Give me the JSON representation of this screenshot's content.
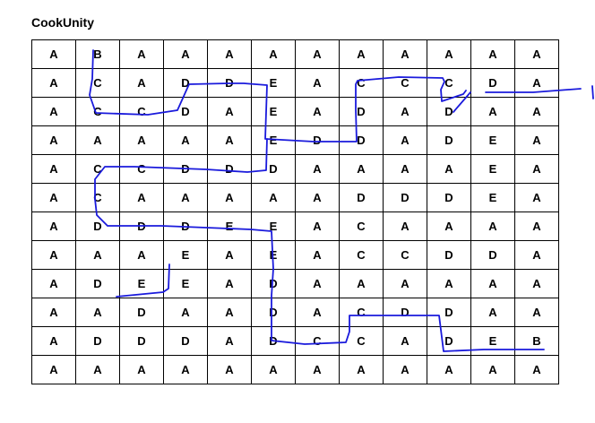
{
  "app": {
    "title": "CookUnity"
  },
  "grid": {
    "rows": [
      [
        "A",
        "B",
        "A",
        "A",
        "A",
        "A",
        "A",
        "A",
        "A",
        "A",
        "A",
        "A"
      ],
      [
        "A",
        "C",
        "A",
        "D",
        "D",
        "E",
        "A",
        "C",
        "C",
        "C",
        "D",
        "A"
      ],
      [
        "A",
        "C",
        "C",
        "D",
        "A",
        "E",
        "A",
        "D",
        "A",
        "D",
        "A",
        "A"
      ],
      [
        "A",
        "A",
        "A",
        "A",
        "A",
        "E",
        "D",
        "D",
        "A",
        "D",
        "E",
        "A"
      ],
      [
        "A",
        "C",
        "C",
        "D",
        "D",
        "D",
        "A",
        "A",
        "A",
        "A",
        "E",
        "A"
      ],
      [
        "A",
        "C",
        "A",
        "A",
        "A",
        "A",
        "A",
        "D",
        "D",
        "D",
        "E",
        "A"
      ],
      [
        "A",
        "D",
        "D",
        "D",
        "E",
        "E",
        "A",
        "C",
        "A",
        "A",
        "A",
        "A"
      ],
      [
        "A",
        "A",
        "A",
        "E",
        "A",
        "E",
        "A",
        "C",
        "C",
        "D",
        "D",
        "A"
      ],
      [
        "A",
        "D",
        "E",
        "E",
        "A",
        "D",
        "A",
        "A",
        "A",
        "A",
        "A",
        "A"
      ],
      [
        "A",
        "A",
        "D",
        "A",
        "A",
        "D",
        "A",
        "C",
        "D",
        "D",
        "A",
        "A"
      ],
      [
        "A",
        "D",
        "D",
        "D",
        "A",
        "D",
        "C",
        "C",
        "A",
        "D",
        "E",
        "B"
      ],
      [
        "A",
        "A",
        "A",
        "A",
        "A",
        "A",
        "A",
        "A",
        "A",
        "A",
        "A",
        "A"
      ]
    ]
  },
  "annotation": {
    "stroke_color": "#1a1adc"
  }
}
